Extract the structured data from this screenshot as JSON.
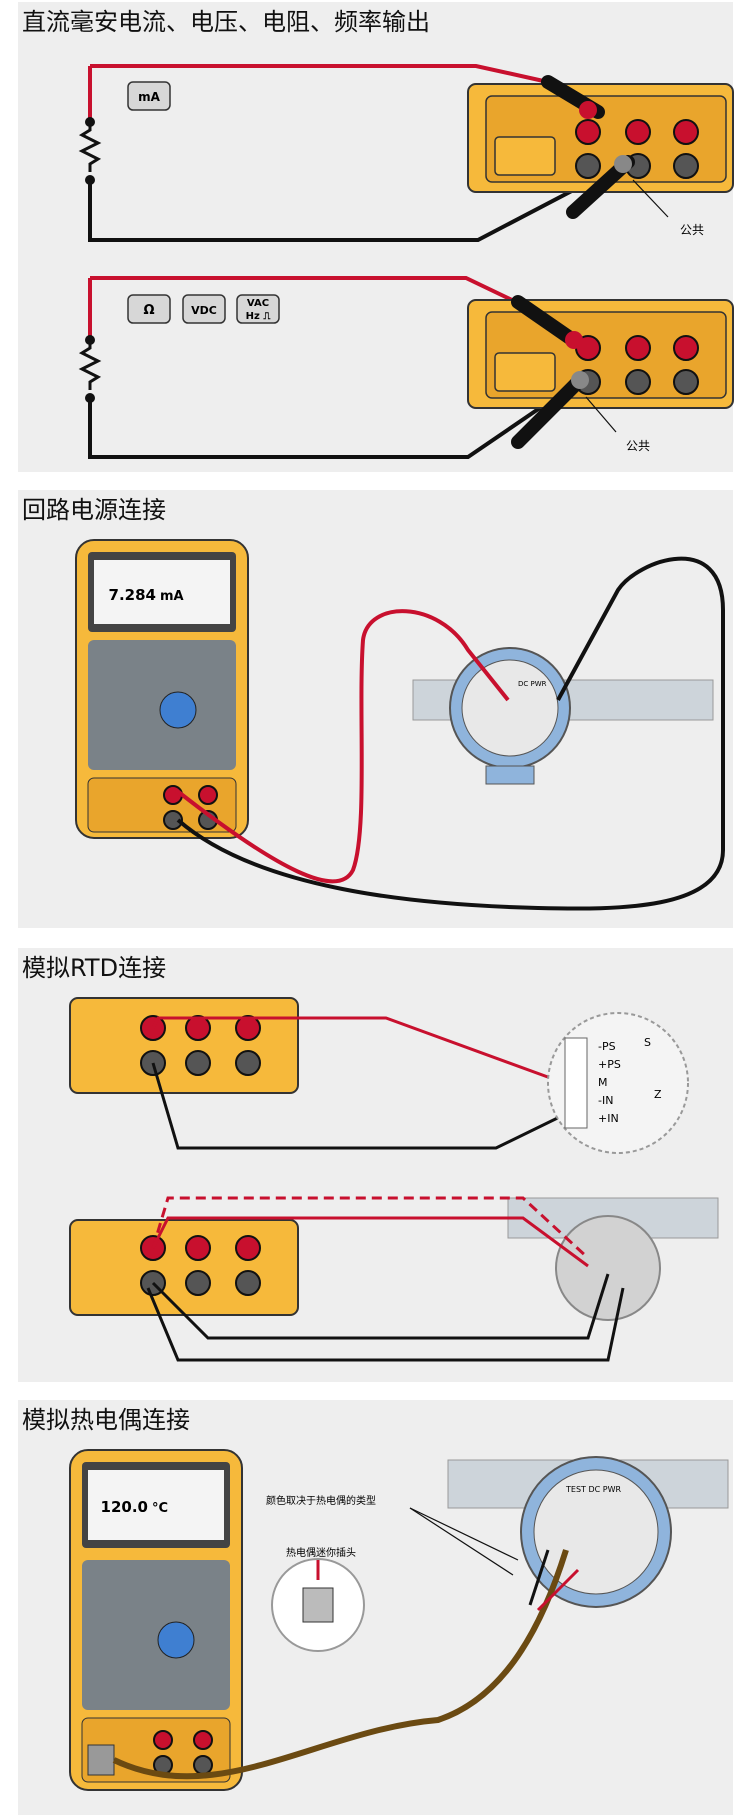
{
  "sections": [
    {
      "title": "直流毫安电流、电压、电阻、频率输出"
    },
    {
      "title": "回路电源连接"
    },
    {
      "title": "模拟RTD连接"
    },
    {
      "title": "模拟热电偶连接"
    }
  ],
  "s1": {
    "btn_ma": "mA",
    "btn_ohm": "Ω",
    "btn_vdc": "VDC",
    "btn_vac_1": "VAC",
    "btn_vac_2": "Hz ⎍",
    "common_label": "公共"
  },
  "s2": {
    "reading": "7.284",
    "reading_unit": "mA",
    "tx_label": "DC PWR"
  },
  "s3": {
    "terminals": [
      "-PS",
      "+PS",
      "M",
      "-IN",
      "+IN"
    ],
    "label_s": "S",
    "label_z": "Z"
  },
  "s4": {
    "reading": "120.0",
    "reading_unit": "°C",
    "note_color": "颜色取决于热电偶的类型",
    "note_plug": "热电偶迷你插头",
    "tx_label": "TEST DC PWR"
  },
  "colors": {
    "yellow": "#f6b93b",
    "red": "#c8102e",
    "black": "#1a1a1a",
    "blue": "#8fb4dc",
    "panel": "#eeeeee"
  }
}
